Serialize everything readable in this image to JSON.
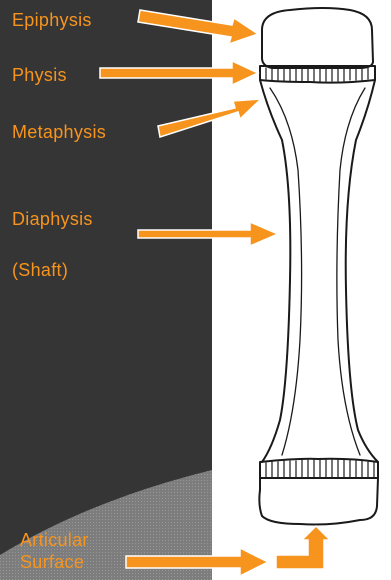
{
  "colors": {
    "background": "#353535",
    "accent": "#f7941d",
    "panel": "#ffffff",
    "ink": "#1a1a1a"
  },
  "labels": {
    "epiphysis": "Epiphysis",
    "physis": "Physis",
    "metaphysis": "Metaphysis",
    "diaphysis": "Diaphysis",
    "shaft": "(Shaft)",
    "articular_line1": "Articular",
    "articular_line2": "Surface"
  },
  "icons": {
    "arrow": "right-arrow-icon",
    "elbow_arrow": "up-elbow-arrow-icon"
  }
}
